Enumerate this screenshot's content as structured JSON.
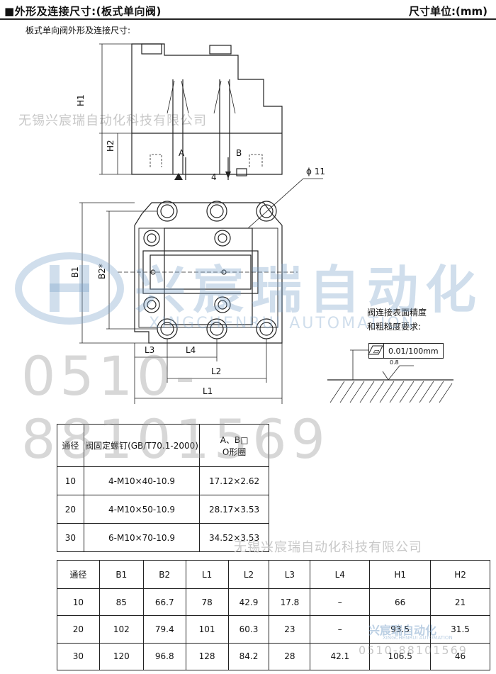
{
  "header": {
    "title": "■外形及连接尺寸:(板式单向阀)",
    "unit": "尺寸单位:(mm)"
  },
  "subtitle": "板式单向阀外形及连接尺寸:",
  "watermarks": {
    "company": "无锡兴宸瑞自动化科技有限公司",
    "brand": "兴宸瑞自动化",
    "brand_en": "XINGCHENRUI AUTOMATION",
    "phone": "0510-88101569"
  },
  "drawing_labels": {
    "H1": "H1",
    "H2": "H2",
    "A": "A",
    "B": "B",
    "four": "4",
    "phi11": "ϕ 11",
    "B1": "B1",
    "B2": "B2*",
    "L1": "L1",
    "L2": "L2",
    "L3": "L3",
    "L4": "L4"
  },
  "surface_note": {
    "line1": "阀连接表面精度",
    "line2": "和粗糙度要求:",
    "flatness": "0.01/100mm",
    "roughness": "0.8"
  },
  "table1": {
    "headers": [
      "通径",
      "阀固定螺钉(GB/T70.1-2000)",
      "A、B□\nO形圈"
    ],
    "rows": [
      [
        "10",
        "4-M10×40-10.9",
        "17.12×2.62"
      ],
      [
        "20",
        "4-M10×50-10.9",
        "28.17×3.53"
      ],
      [
        "30",
        "6-M10×70-10.9",
        "34.52×3.53"
      ]
    ]
  },
  "table2": {
    "headers": [
      "通径",
      "B1",
      "B2",
      "L1",
      "L2",
      "L3",
      "L4",
      "H1",
      "H2"
    ],
    "rows": [
      [
        "10",
        "85",
        "66.7",
        "78",
        "42.9",
        "17.8",
        "–",
        "66",
        "21"
      ],
      [
        "20",
        "102",
        "79.4",
        "101",
        "60.3",
        "23",
        "–",
        "93.5",
        "31.5"
      ],
      [
        "30",
        "120",
        "96.8",
        "128",
        "84.2",
        "28",
        "42.1",
        "106.5",
        "46"
      ]
    ]
  },
  "colors": {
    "watermark_blue": "#7aa0c8",
    "watermark_gray": "#bdbdbd",
    "line": "#222222"
  }
}
